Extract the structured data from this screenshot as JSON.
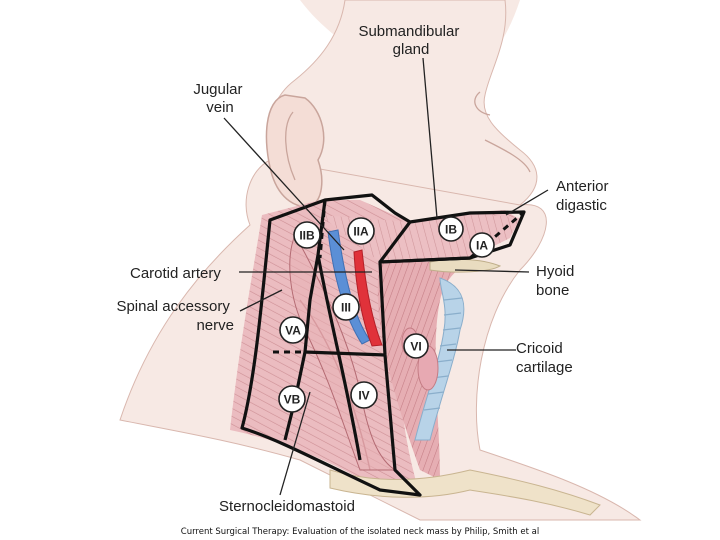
{
  "labels": {
    "submandibular_gland": [
      "Submandibular",
      "gland"
    ],
    "jugular_vein": [
      "Jugular",
      "vein"
    ],
    "anterior_digastic": [
      "Anterior",
      "digastic"
    ],
    "carotid_artery": [
      "Carotid artery"
    ],
    "hyoid_bone": [
      "Hyoid",
      "bone"
    ],
    "spinal_accessory_nerve": [
      "Spinal accessory",
      "nerve"
    ],
    "cricoid_cartilage": [
      "Cricoid",
      "cartilage"
    ],
    "sternocleidomastoid": [
      "Sternocleidomastoid"
    ]
  },
  "levels": {
    "IB": "IB",
    "IA": "IA",
    "IIA": "IIA",
    "IIB": "IIB",
    "III": "III",
    "IV": "IV",
    "VA": "VA",
    "VB": "VB",
    "VI": "VI"
  },
  "caption": "Current Surgical Therapy: Evaluation of the isolated neck mass by Philip, Smith et al",
  "colors": {
    "skin": "#f7e9e4",
    "muscle": "#e9b5b9",
    "muscle_fiber": "#c9848b",
    "artery": "#e0323a",
    "vein": "#5b8fd6",
    "cartilage": "#b8d3e8",
    "bone": "#e9dcc0",
    "outline": "#111111"
  }
}
